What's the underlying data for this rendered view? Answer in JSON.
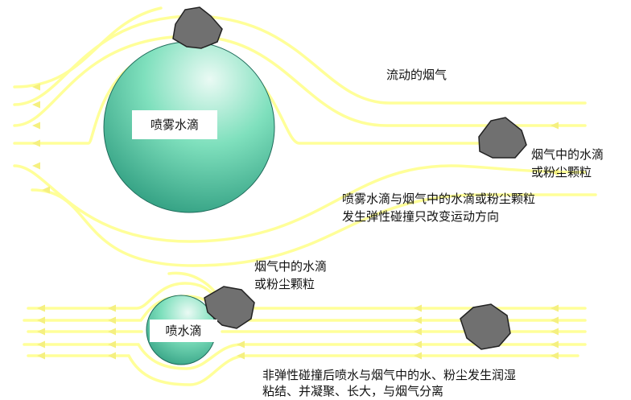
{
  "colors": {
    "streamline": "#ffff99",
    "arrow": "#f5f080",
    "droplet_light": "#eafaf4",
    "droplet_mid": "#7fe0bd",
    "droplet_dark": "#2e9c7f",
    "particle_fill": "#707070",
    "particle_stroke": "#222222"
  },
  "icons": {
    "particle": "irregular-grey-particle-icon",
    "arrow": "left-arrowhead-icon"
  },
  "top_scene": {
    "flow_label": "流动的烟气",
    "droplet_label": "喷雾水滴",
    "particle_label_lines": [
      "烟气中的水滴",
      "或粉尘颗粒"
    ],
    "description_lines": [
      "喷雾水滴与烟气中的水滴或粉尘颗粒",
      "发生弹性碰撞只改变运动方向"
    ]
  },
  "bottom_scene": {
    "particle_label_lines": [
      "烟气中的水滴",
      "或粉尘颗粒"
    ],
    "droplet_label": "喷水滴",
    "description_lines": [
      "非弹性碰撞后喷水与烟气中的水、粉尘发生润湿",
      "粘结、并凝聚、长大，与烟气分离"
    ]
  }
}
